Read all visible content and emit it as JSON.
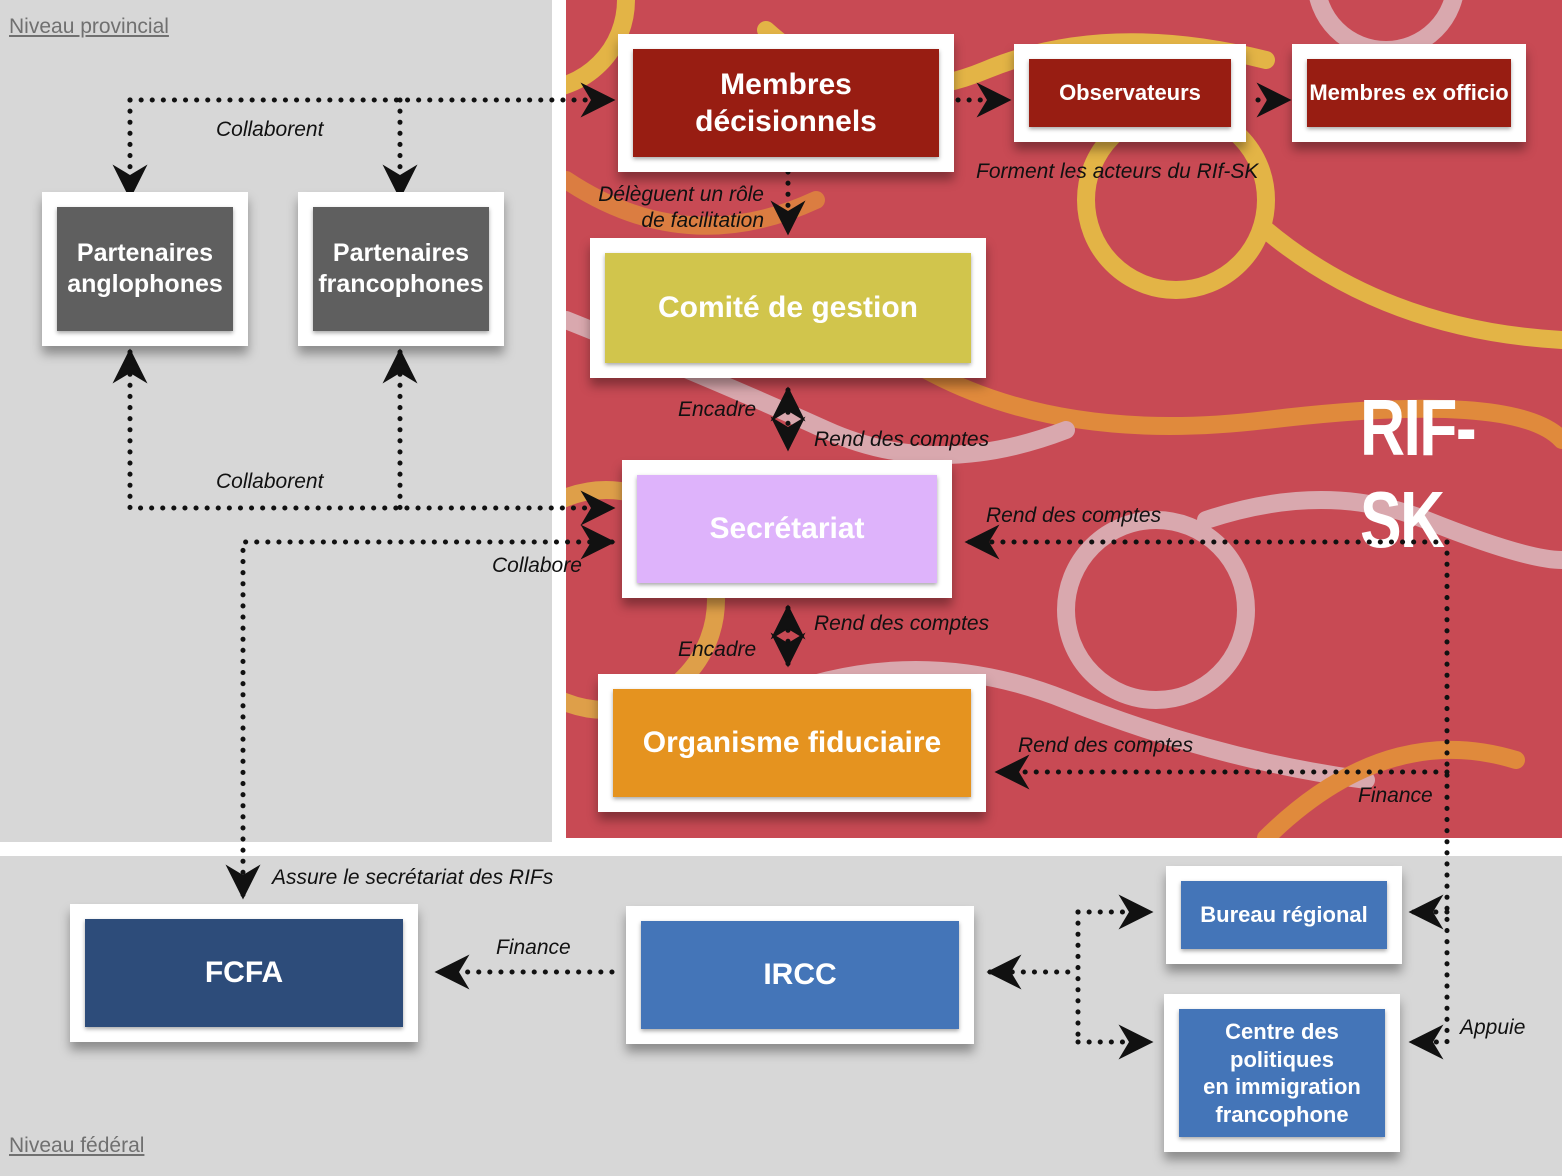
{
  "levels": {
    "provincial": "Niveau provincial",
    "federal": "Niveau fédéral"
  },
  "rif_title": "RIF-SK",
  "colors": {
    "background_gray": "#d7d7d7",
    "rif_red": "#c84a54",
    "dark_red": "#981d12",
    "gray_box": "#5f5f5f",
    "olive": "#d1c54c",
    "lavender": "#deb3fb",
    "orange": "#e5931f",
    "navy": "#2d4c7a",
    "blue": "#4475b8",
    "ring_yellow": "#e3b446",
    "ring_pink": "#d9a8ae"
  },
  "boxes": {
    "membres_decisionnels": "Membres décisionnels",
    "observateurs": "Observateurs",
    "membres_ex_officio": "Membres ex officio",
    "partenaires_anglophones": "Partenaires\nanglophones",
    "partenaires_francophones": "Partenaires\nfrancophones",
    "comite_de_gestion": "Comité de gestion",
    "secretariat": "Secrétariat",
    "organisme_fiduciaire": "Organisme fiduciaire",
    "fcfa": "FCFA",
    "ircc": "IRCC",
    "bureau_regional": "Bureau régional",
    "centre_politiques": "Centre des politiques\nen immigration\nfrancophone"
  },
  "labels": {
    "collaborent_top": "Collaborent",
    "collaborent_mid": "Collaborent",
    "collabore": "Collabore",
    "forment": "Forment les acteurs du RIf-SK",
    "deleguent": "Délèguent un rôle\nde facilitation",
    "encadre_1": "Encadre",
    "rend_comptes_1": "Rend des comptes",
    "rend_comptes_2": "Rend des comptes",
    "encadre_2": "Encadre",
    "rend_comptes_3": "Rend des comptes",
    "rend_comptes_4": "Rend des comptes",
    "finance_right": "Finance",
    "assure": "Assure le secrétariat des RIFs",
    "finance_bottom": "Finance",
    "appuie": "Appuie"
  }
}
